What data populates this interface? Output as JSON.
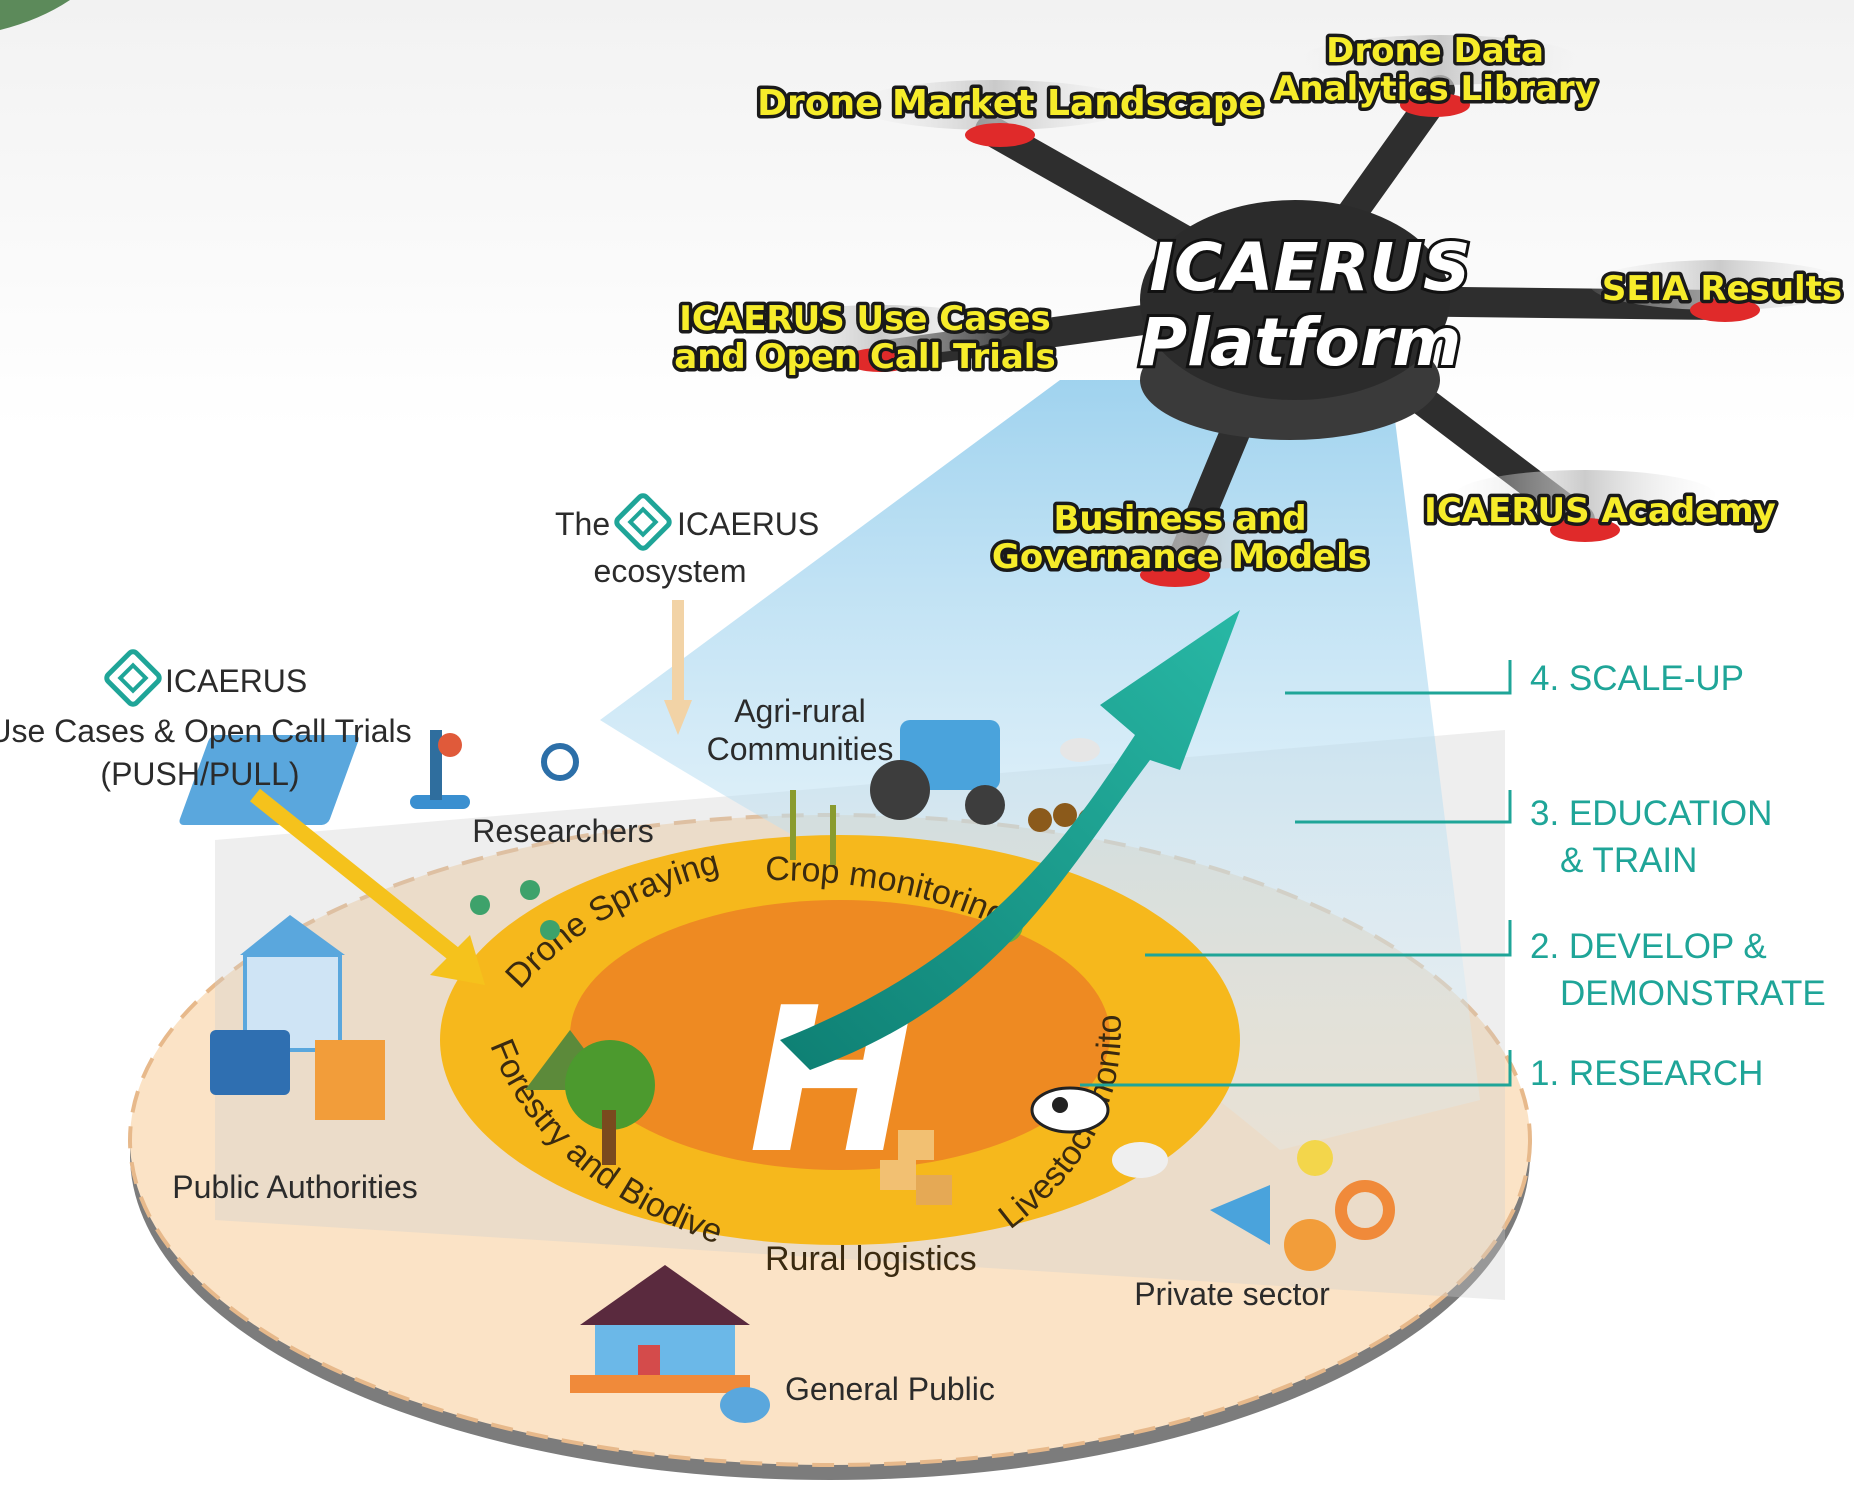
{
  "platform": {
    "title_line1": "ICAERUS",
    "title_line2": "Platform"
  },
  "drone_arms": {
    "market": "Drone Market Landscape",
    "analytics_line1": "Drone Data",
    "analytics_line2": "Analytics Library",
    "seia": "SEIA Results",
    "usecases_line1": "ICAERUS Use Cases",
    "usecases_line2": "and Open Call Trials",
    "business_line1": "Business and",
    "business_line2": "Governance Models",
    "academy": "ICAERUS Academy"
  },
  "ecosystem": {
    "the": "The",
    "brand": "ICAERUS",
    "ecosystem": "ecosystem"
  },
  "usecase_callout": {
    "brand": "ICAERUS",
    "line1": "Use Cases & Open Call Trials",
    "line2": "(PUSH/PULL)"
  },
  "stakeholders": {
    "researchers": "Researchers",
    "agri_line1": "Agri-rural",
    "agri_line2": "Communities",
    "public_authorities": "Public Authorities",
    "private_sector": "Private sector",
    "general_public": "General Public"
  },
  "ring_labels": {
    "drone_spraying": "Drone Spraying",
    "crop_monitoring": "Crop monitoring",
    "forestry": "Forestry and Biodiversity",
    "rural_logistics": "Rural logistics",
    "livestock": "Livestock monitoring"
  },
  "helipad_letter": "H",
  "stages": {
    "s4": "4. SCALE-UP",
    "s3_line1": "3. EDUCATION",
    "s3_line2": "& TRAIN",
    "s2_line1": "2. DEVELOP &",
    "s2_line2": "DEMONSTRATE",
    "s1": "1. RESEARCH"
  },
  "colors": {
    "disc": "#fbe3c6",
    "ring": "#f6b81c",
    "center": "#ee8a22",
    "arrow": "#1a9f8e",
    "stage": "#1fa598",
    "label_yellow": "#f6ec2a",
    "beam": "#bfe0f2"
  }
}
